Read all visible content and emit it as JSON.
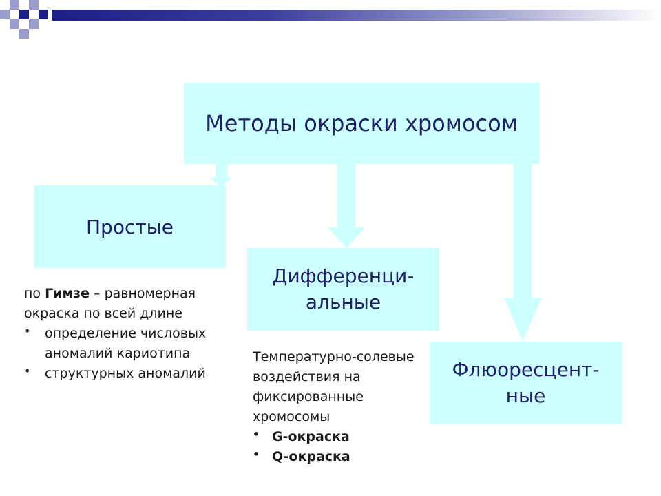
{
  "diagram": {
    "root": "Методы окраски хромосом",
    "nodes": [
      {
        "id": "simple",
        "label": "Простые"
      },
      {
        "id": "differential",
        "label_line1": "Дифференци-",
        "label_line2": "альные"
      },
      {
        "id": "fluorescent",
        "label_line1": "Флюоресцент-",
        "label_line2": "ные"
      }
    ],
    "simple_notes": {
      "prefix": "по ",
      "bold": "Гимзе",
      "rest": " – равномерная окраска по всей длине",
      "bullets": [
        "определение числовых аномалий кариотипа",
        "структурных аномалий"
      ]
    },
    "differential_notes": {
      "text": "Температурно-солевые воздействия на фиксированные хромосомы",
      "bullets": [
        "G-окраска",
        "Q-окраска"
      ]
    },
    "colors": {
      "box_fill": "#ccffff",
      "arrow_fill": "#ccffff",
      "title_text": "#1f1f66",
      "header_bar": "#1c1f86",
      "deco_squares": [
        "#1c1f86",
        "#9a9ccc"
      ]
    }
  }
}
